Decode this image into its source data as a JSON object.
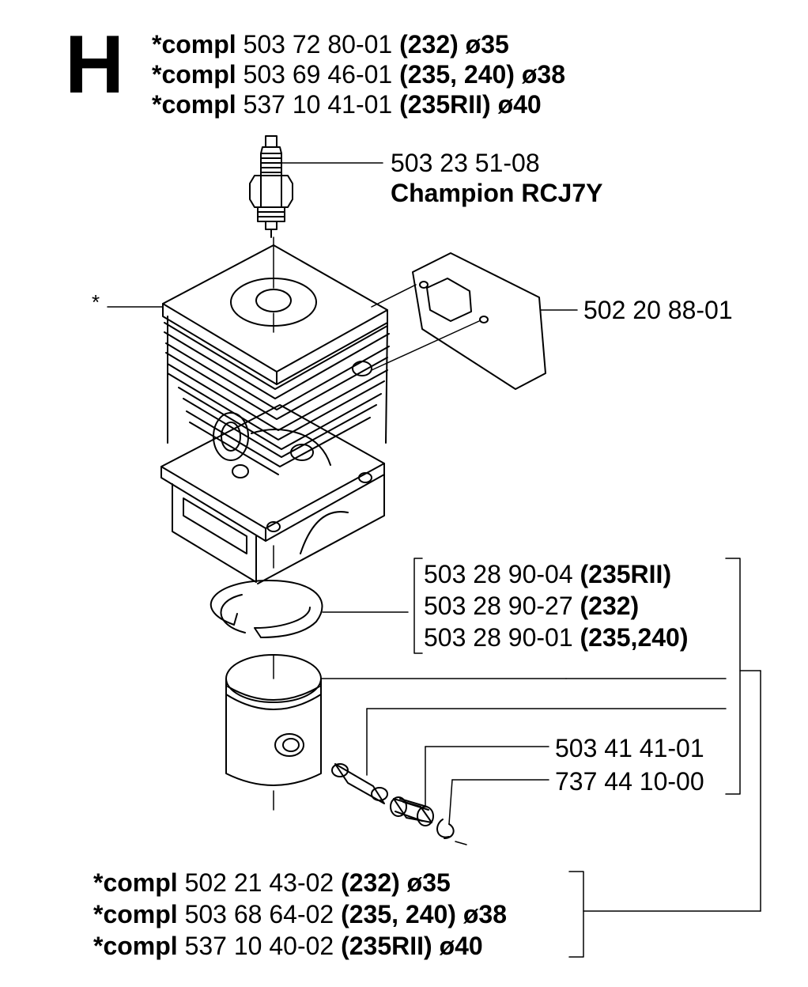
{
  "section_letter": "H",
  "top_kits": [
    {
      "prefix": "*compl",
      "number": "503 72 80-01",
      "models": "(232) ø35"
    },
    {
      "prefix": "*compl",
      "number": "503 69 46-01",
      "models": "(235, 240) ø38"
    },
    {
      "prefix": "*compl",
      "number": "537 10 41-01",
      "models": "(235RII) ø40"
    }
  ],
  "spark_plug": {
    "number": "503 23 51-08",
    "name": "Champion RCJ7Y"
  },
  "gasket": {
    "number": "502 20 88-01"
  },
  "cylinder_marker": "*",
  "piston_rings": [
    {
      "number": "503 28 90-04",
      "models": "(235RII)"
    },
    {
      "number": "503 28 90-27",
      "models": "(232)"
    },
    {
      "number": "503 28 90-01",
      "models": "(235,240)"
    }
  ],
  "bearing": {
    "number": "503 41 41-01"
  },
  "circlip": {
    "number": "737 44 10-00"
  },
  "bottom_kits": [
    {
      "prefix": "*compl",
      "number": "502 21 43-02",
      "models": "(232) ø35"
    },
    {
      "prefix": "*compl",
      "number": "503 68 64-02",
      "models": "(235, 240) ø38"
    },
    {
      "prefix": "*compl",
      "number": "537 10 40-02",
      "models": "(235RII) ø40"
    }
  ]
}
